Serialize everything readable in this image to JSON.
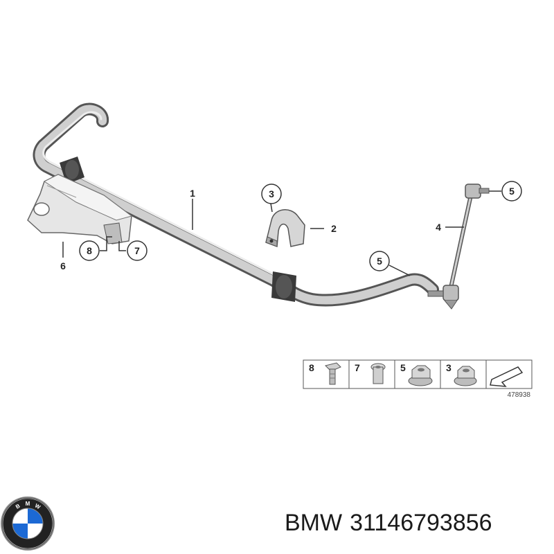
{
  "callouts": {
    "c1": "1",
    "c2": "2",
    "c3": "3",
    "c4": "4",
    "c5a": "5",
    "c5b": "5",
    "c6": "6",
    "c7": "7",
    "c8": "8"
  },
  "legend": {
    "items": [
      {
        "number": "8",
        "part": "bolt"
      },
      {
        "number": "7",
        "part": "sleeve"
      },
      {
        "number": "5",
        "part": "flange-nut"
      },
      {
        "number": "3",
        "part": "flange-nut"
      },
      {
        "number": "",
        "part": "direction-arrow"
      }
    ],
    "diagram_id": "478938"
  },
  "footer": {
    "brand": "BMW",
    "part_number": "31146793856"
  },
  "colors": {
    "bar_fill": "#c9c9c9",
    "bar_edge": "#555555",
    "bushing": "#3a3a3a",
    "bmw_blue": "#1c69d4"
  }
}
